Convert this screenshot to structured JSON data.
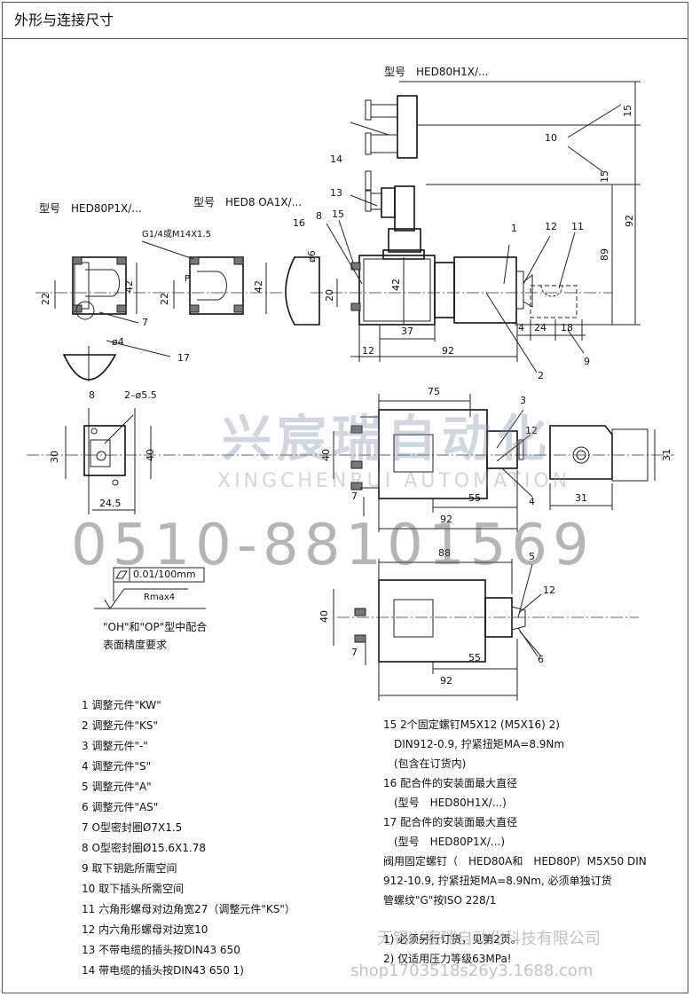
{
  "title": "外形与连接尺寸",
  "model_labels": {
    "h1": "型号　HED80H1X/...",
    "p1": "型号　HED80P1X/...",
    "a1": "型号　HED8 OA1X/..."
  },
  "thread_label": "G1/4或M14X1.5",
  "port_label": "P",
  "dims": {
    "d15a": "15",
    "d15b": "15",
    "d92v": "92",
    "d89": "89",
    "d42a": "42",
    "d22a": "22",
    "d22b": "22",
    "d42b": "42",
    "d42c": "42",
    "d20": "20",
    "d37": "37",
    "d12": "12",
    "d92h": "92",
    "d4": "4",
    "d24": "24",
    "d18": "18",
    "phi6": "ø6",
    "phi4": "ø4",
    "d8": "8",
    "d2phi": "2–ø5.5",
    "d30": "30",
    "d40a": "40",
    "d24_5": "24.5",
    "d75": "75",
    "d40b": "40",
    "d7a": "7",
    "d55a": "55",
    "d92b": "92",
    "d31a": "31",
    "d31b": "31",
    "d88": "88",
    "d40c": "40",
    "d7b": "7",
    "d55b": "55",
    "d92c": "92"
  },
  "callouts": {
    "c14": "14",
    "c13": "13",
    "c10": "10",
    "c1": "1",
    "c12": "12",
    "c11": "11",
    "c16": "16",
    "c8": "8",
    "c15": "15",
    "c7": "7",
    "c17": "17",
    "c2": "2",
    "c9": "9",
    "c3": "3",
    "c12b": "12",
    "c4": "4",
    "c5": "5",
    "c12c": "12",
    "c6": "6"
  },
  "surface": {
    "flatness": "0.01/100mm",
    "roughness": "Rmax4",
    "note_line1": "\"OH\"和\"OP\"型中配合",
    "note_line2": "表面精度要求"
  },
  "legend": [
    "1 调整元件\"KW\"",
    "2 调整元件\"KS\"",
    "3 调整元件\"-\"",
    "4 调整元件\"S\"",
    "5 调整元件\"A\"",
    "6 调整元件\"AS\"",
    "7 O型密封圈Ø7X1.5",
    "8 O型密封圈Ø15.6X1.78",
    "9 取下钥匙所需空间",
    "10 取下插头所需空间",
    "11 六角形螺母对边角宽27（调整元件\"KS\"）",
    "12 内六角形螺母对边宽10",
    "13 不带电缆的插头按DIN43 650",
    "14 带电缆的插头按DIN43 650 1)"
  ],
  "notes": [
    "15 2个固定螺钉M5X12 (M5X16) 2)",
    "　DIN912-0.9, 拧紧扭矩MA=8.9Nm",
    "　(包含在订货内)",
    "16 配合件的安装面最大直径",
    "　(型号　HED80H1X/...)",
    "17 配合件的安装面最大直径",
    "　(型号　HED80P1X/...)",
    "阀用固定螺钉（　HED80A和　HED80P）M5X50 DIN",
    "912-10.9, 拧紧扭矩MA=8.9Nm, 必须单独订货",
    "管螺纹\"G\"按ISO 228/1",
    "",
    "1) 必须另行订货，见第2页。",
    "2) 仅适用压力等级63MPa!"
  ],
  "watermark": {
    "logo": "兴宸瑞自动化",
    "sub": "XINGCHENRUI AUTOMATION",
    "phone": "0510-88101569",
    "foot1": "无锡兴宸瑞自动化科技有限公司",
    "foot2": "shop1703518s26y3.1688.com"
  }
}
